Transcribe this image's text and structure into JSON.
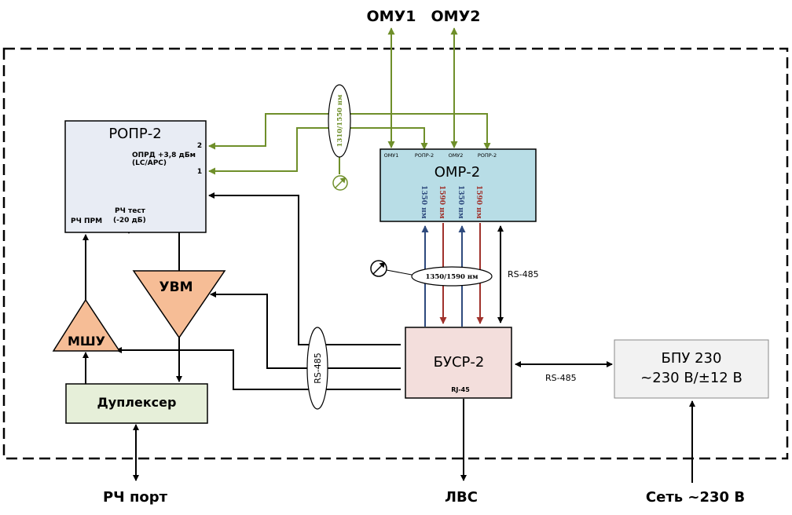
{
  "blocks": {
    "ropr": {
      "title": "РОПР-2",
      "port2": "2",
      "port1": "1",
      "opr_line1": "ОПРД +3,8 дБм",
      "opr_line2": "(LC/APC)",
      "rch_prm": "РЧ ПРМ",
      "rch_test_line1": "РЧ тест",
      "rch_test_line2": "(-20 дБ)"
    },
    "omr": {
      "title": "ОМР-2",
      "port_labels": [
        "ОМУ1",
        "РОПР-2",
        "ОМУ2",
        "РОПР-2"
      ],
      "wavelengths": [
        "1350 нм",
        "1590 нм",
        "1350 нм",
        "1590 нм"
      ]
    },
    "uvm": {
      "label": "УВМ"
    },
    "mshu": {
      "label": "МШУ"
    },
    "duplexer": {
      "label": "Дуплексер"
    },
    "busr": {
      "title": "БУСР-2",
      "rj45": "RJ-45"
    },
    "bpu": {
      "line1": "БПУ 230",
      "line2": "~230 В/±12 В"
    }
  },
  "labels": {
    "omu1": "ОМУ1",
    "omu2": "ОМУ2",
    "rf_port": "РЧ порт",
    "lan": "ЛВС",
    "mains": "Сеть ~230 В",
    "wdm_top": "1310/1550 нм",
    "wdm_mid": "1350/1590 нм",
    "rs485_left": "RS-485",
    "rs485_omr": "RS-485",
    "rs485_bpu": "RS-485"
  },
  "colors": {
    "green_line": "#6f8f2a",
    "blue_line": "#2e4a7d",
    "red_line": "#a0322c",
    "ropr_fill": "#e8ecf4",
    "omr_fill": "#b8dde6",
    "amp_fill": "#f6bd96",
    "duplexer_fill": "#e6efd9",
    "busr_fill": "#f3dedc",
    "bpu_fill": "#f2f2f2"
  }
}
